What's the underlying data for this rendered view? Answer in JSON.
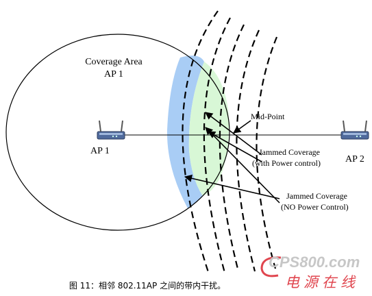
{
  "labels": {
    "coverage_line1": "Coverage Area",
    "coverage_line2": "AP 1",
    "ap1": "AP 1",
    "ap2": "AP 2",
    "mid_point": "Mid-Point",
    "jam_pc_line1": "Jammed Coverage",
    "jam_pc_line2": "(with Power control)",
    "jam_nopc_line1": "Jammed Coverage",
    "jam_nopc_line2": "(NO Power Control)"
  },
  "caption": "图 11：相邻 802.11AP 之间的带内干扰。",
  "watermark": {
    "brand": "CPS800.com",
    "tagline": "电源在线"
  },
  "colors": {
    "no_power_control_region": "#a9cdf5",
    "power_control_region": "#d8f7d6",
    "watermark_red": "#e0464f"
  },
  "icons": {
    "ap1": "wireless-router-icon",
    "ap2": "wireless-router-icon"
  }
}
